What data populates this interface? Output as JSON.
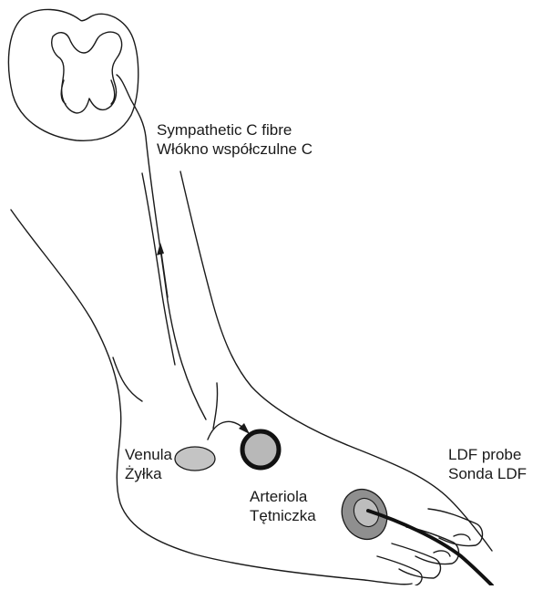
{
  "labels": {
    "fibre": {
      "line1": "Sympathetic C fibre",
      "line2": "Włókno współczulne C"
    },
    "venule": {
      "line1": "Venula",
      "line2": "Żyłka"
    },
    "arteriole": {
      "line1": "Arteriola",
      "line2": "Tętniczka"
    },
    "probe": {
      "line1": "LDF probe",
      "line2": "Sonda LDF"
    }
  },
  "colors": {
    "outline": "#1a1a1a",
    "venule_fill": "#c4c4c4",
    "arteriole_fill": "#b8b8b8",
    "probe_outer": "#8f8f8f",
    "probe_inner": "#bdbdbd"
  }
}
